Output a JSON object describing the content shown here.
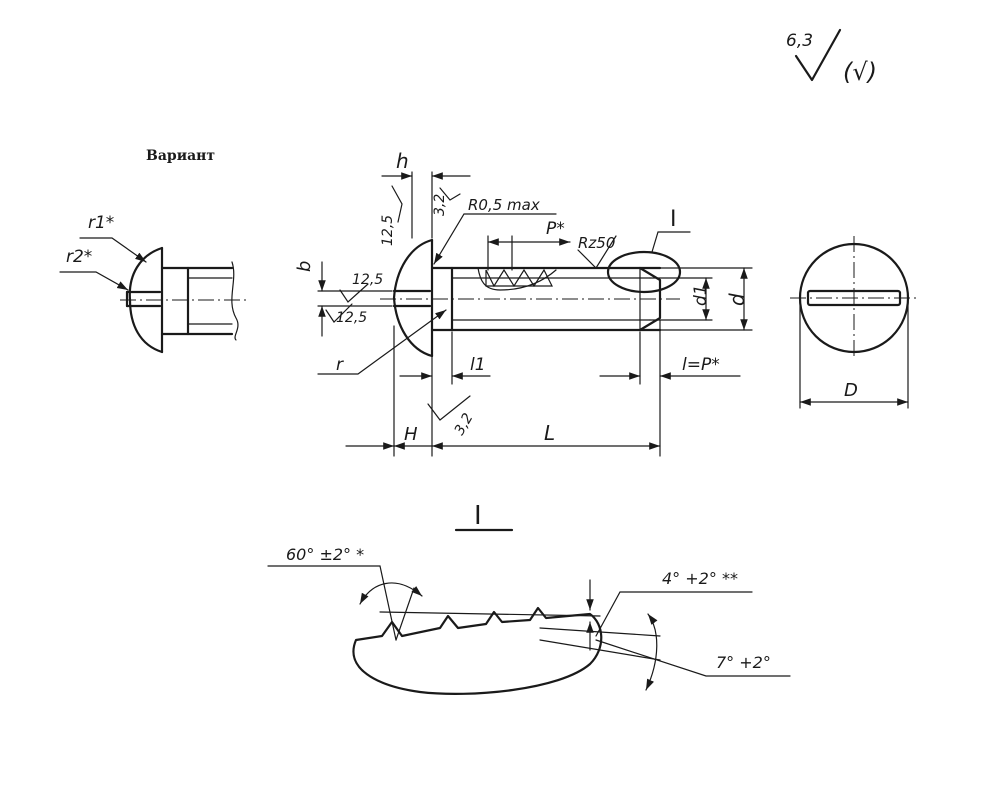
{
  "variant_label": "Вариант",
  "roughness": {
    "main_value": "6,3",
    "bracket_symbol": "(√)",
    "head_top": "12,5",
    "slot_side": "3,2",
    "slot_bottom_a": "12,5",
    "slot_bottom_b": "12,5",
    "head_underside": "3,2",
    "thread_rz": "Rz50"
  },
  "labels": {
    "h": "h",
    "b": "b",
    "r": "r",
    "r1": "r1*",
    "r2": "r2*",
    "r_max": "R0,5 max",
    "pitch": "P*",
    "detail_ref": "I",
    "d1": "d1",
    "d": "d",
    "l1": "l1",
    "l_eq_p": "l=P*",
    "H": "H",
    "L": "L",
    "D": "D",
    "detail_title": "I",
    "angle_60": "60° ±2° *",
    "angle_4": "4° +2° **",
    "angle_7": "7° +2°"
  }
}
